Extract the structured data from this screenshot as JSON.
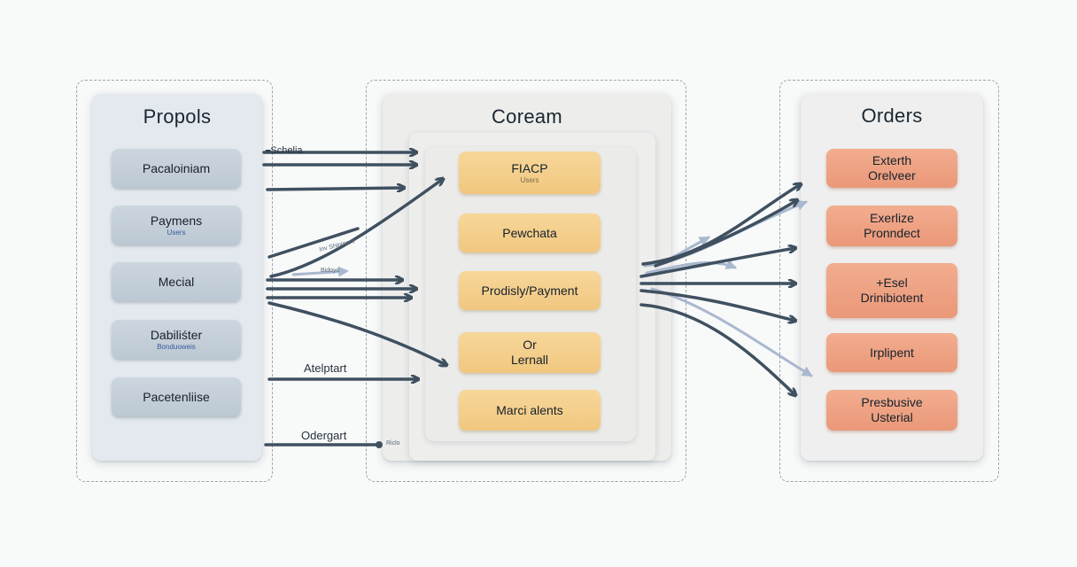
{
  "colors": {
    "arrow_dark": "#3f5060",
    "arrow_light": "#a9b8cf",
    "left_box": "#c6d0da",
    "center_box": "#f4cf8c",
    "right_box": "#eda284"
  },
  "left": {
    "title": "Propols",
    "items": [
      {
        "label": "Pacaloiniam",
        "sub": ""
      },
      {
        "label": "Paymens",
        "sub": "Users"
      },
      {
        "label": "Mecial",
        "sub": ""
      },
      {
        "label": "Dabiliśter",
        "sub": "Bonduoweis"
      },
      {
        "label": "Pacetenliise",
        "sub": ""
      }
    ]
  },
  "center": {
    "title": "Coream",
    "items": [
      {
        "label": "FIACP",
        "sub": "Users"
      },
      {
        "label": "Pewchata",
        "sub": ""
      },
      {
        "label": "Prodisly/Payment",
        "sub": ""
      },
      {
        "label": "Or\nLernall",
        "sub": ""
      },
      {
        "label": "Marci alents",
        "sub": ""
      }
    ]
  },
  "right": {
    "title": "Orders",
    "items": [
      {
        "label": "Exterth\nOrelveer"
      },
      {
        "label": "Exerlize\nPronndect"
      },
      {
        "label": "+Esel\nDrinibiotent"
      },
      {
        "label": "Irplipent"
      },
      {
        "label": "Presbusive\nUsterial"
      }
    ]
  },
  "connectors": {
    "schema_label": "Schelia",
    "tiny_label_1": "Inv Shipmant",
    "tiny_label_2": "Bidoyo",
    "label_2": "Atelptart",
    "label_3": "Odergart",
    "tiny_label_3": "Riclo"
  }
}
